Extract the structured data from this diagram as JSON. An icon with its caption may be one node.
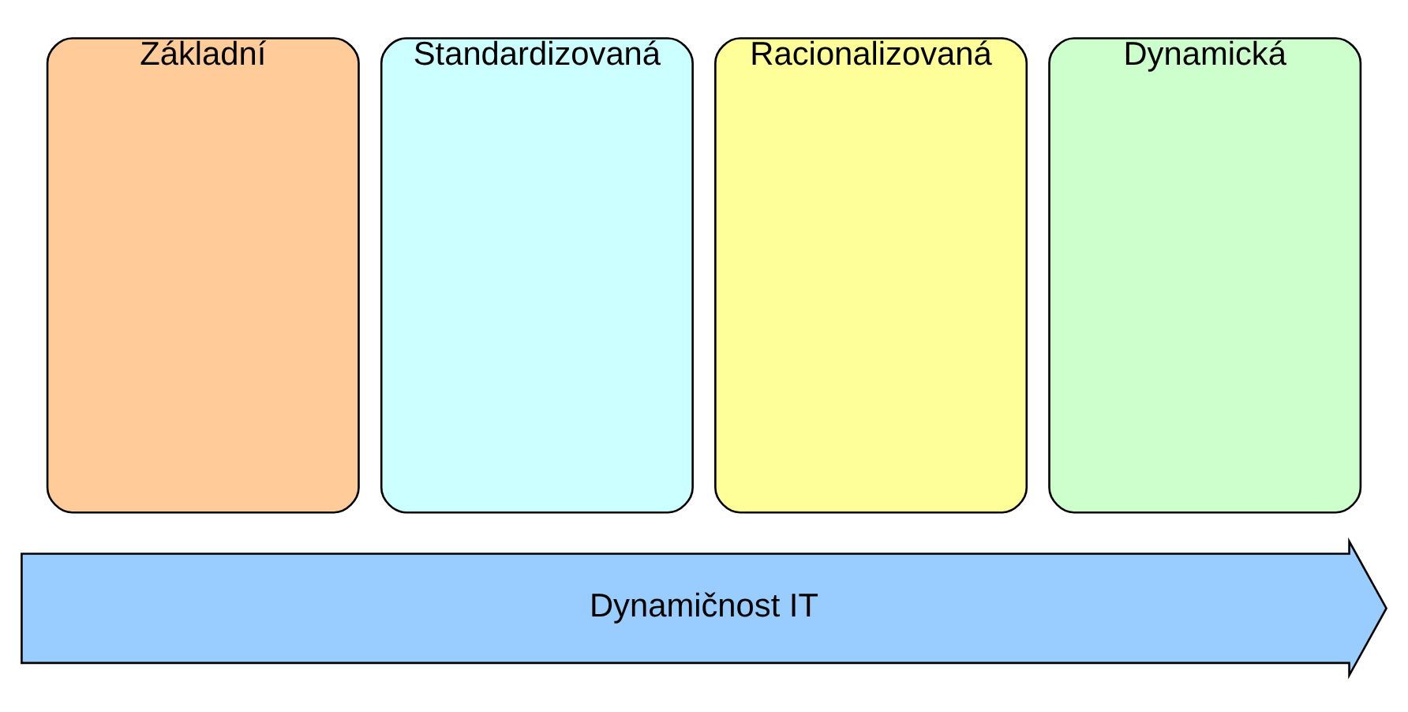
{
  "diagram": {
    "nodes": [
      {
        "text": [
          "Základní"
        ]
      },
      {
        "text": [
          "Standardizovaná"
        ]
      },
      {
        "text": [
          "Racionalizovaná"
        ]
      },
      {
        "text": [
          "Dynamická"
        ]
      },
      {
        "text": [
          "Dynamičnost IT"
        ]
      }
    ],
    "edges": []
  }
}
